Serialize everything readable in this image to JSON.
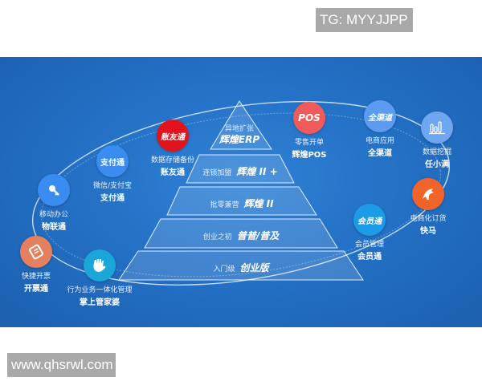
{
  "watermarks": {
    "top": "TG: MYYJJPP",
    "bottom": "www.qhsrwl.com"
  },
  "colors": {
    "banner_blue": "#2471c6",
    "pos_red": "#f05a5a",
    "zhangyou_red": "#e1141e",
    "icon_blue": "#3b8cf0",
    "light_blue": "#5b9cf0",
    "ticket_orange": "#e5805e",
    "kuaima_orange": "#f0642a",
    "hand_teal": "#1aa6d8"
  },
  "pyramid": [
    {
      "sub": "异地扩张",
      "main": "辉煌ERP"
    },
    {
      "sub": "连锁加盟",
      "main": "辉煌 II +"
    },
    {
      "sub": "批零兼营",
      "main": "辉煌 II"
    },
    {
      "sub": "创业之初",
      "main": "普普/普及"
    },
    {
      "sub": "入门级",
      "main": "创业版"
    }
  ],
  "products": [
    {
      "icon": "ticket-icon",
      "badge": "",
      "desc": "快捷开票",
      "name": "开票通"
    },
    {
      "icon": "key-icon",
      "badge": "",
      "desc": "移动办公",
      "name": "物联通"
    },
    {
      "icon": "text-badge",
      "badge": "支付通",
      "desc": "微信/支付宝",
      "name": "支付通"
    },
    {
      "icon": "text-badge",
      "badge": "账友通",
      "desc": "数据存储备份",
      "name": "账友通"
    },
    {
      "icon": "text-badge",
      "badge": "POS",
      "desc": "零售开单",
      "name": "辉煌POS"
    },
    {
      "icon": "text-badge",
      "badge": "全渠道",
      "desc": "电商应用",
      "name": "全渠道"
    },
    {
      "icon": "bar-chart-icon",
      "badge": "",
      "desc": "数据挖掘",
      "name": "任小满"
    },
    {
      "icon": "horse-icon",
      "badge": "",
      "desc": "电商化订货",
      "name": "快马"
    },
    {
      "icon": "text-badge",
      "badge": "会员通",
      "desc": "会员管理",
      "name": "会员通"
    },
    {
      "icon": "hand-icon",
      "badge": "",
      "desc": "行为业务一体化管理",
      "name": "掌上管家婆"
    }
  ]
}
